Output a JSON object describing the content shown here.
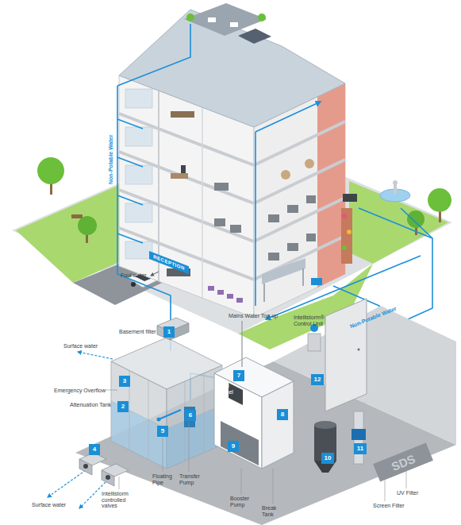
{
  "diagram": {
    "nodes": [
      {
        "text": [
          "RECEPTION"
        ]
      },
      {
        "text": [
          "1"
        ]
      },
      {
        "text": [
          "2"
        ]
      },
      {
        "text": [
          "3"
        ]
      },
      {
        "text": [
          "4"
        ]
      },
      {
        "text": [
          "5"
        ]
      },
      {
        "text": [
          "6"
        ]
      },
      {
        "text": [
          "7"
        ]
      },
      {
        "text": [
          "8"
        ]
      },
      {
        "text": [
          "9"
        ]
      },
      {
        "text": [
          "10"
        ]
      },
      {
        "text": [
          "11"
        ]
      },
      {
        "text": [
          "12"
        ]
      },
      {
        "text": [
          "SDS"
        ]
      }
    ],
    "labels": [
      "Non-Potable Water",
      "Foul water",
      "Basement filter",
      "Mains Water Top-up",
      "Intellistorm® Control Unit",
      "Surface water",
      "Emergency Overflow",
      "Attenuation Tank",
      "HMI Panel",
      "Non-Potable Water",
      "Surface water",
      "Floating Pipe",
      "Transfer Pump",
      "Intellistorm controlled valves",
      "Booster Pump",
      "Break Tank",
      "UV Filter",
      "Screen Filter"
    ]
  }
}
